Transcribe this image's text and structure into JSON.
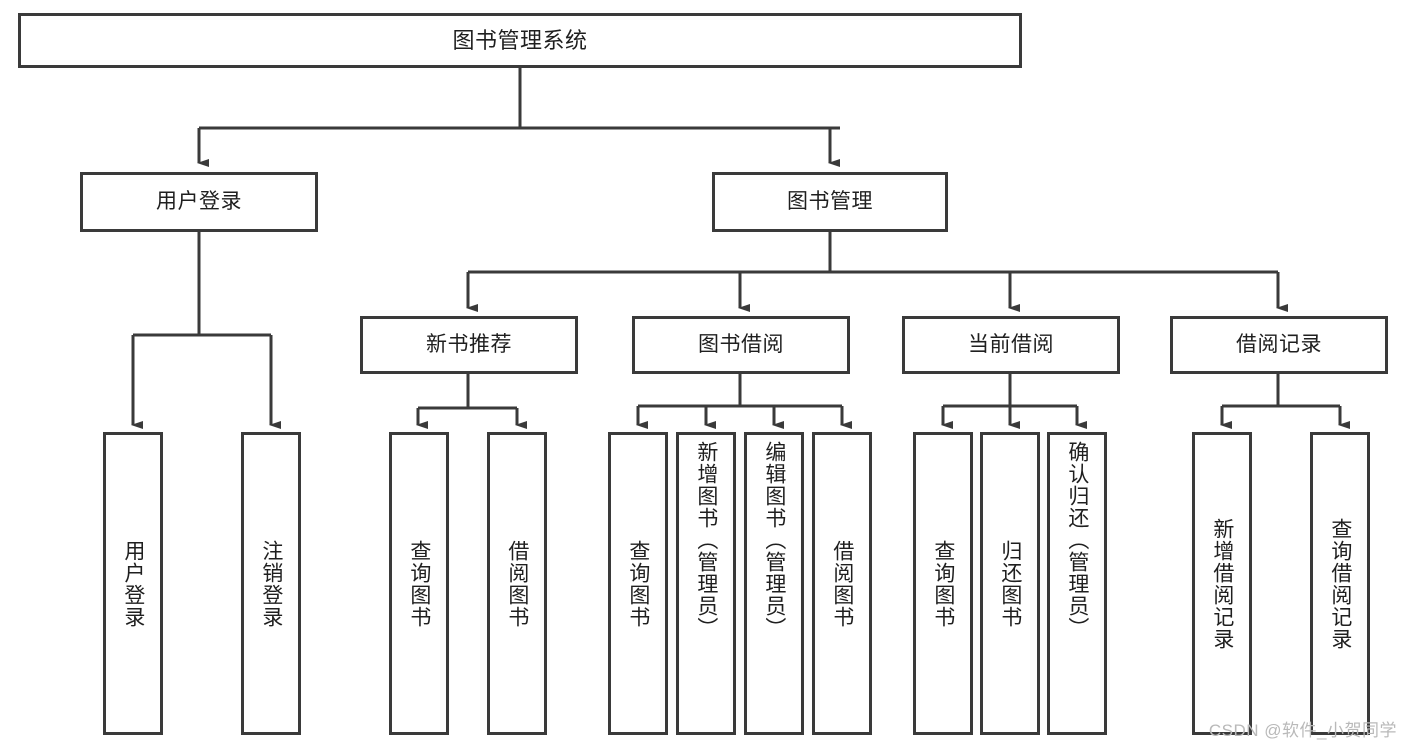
{
  "diagram": {
    "type": "tree",
    "title": "图书管理系统",
    "watermark": "CSDN @软件_小贺同学",
    "colors": {
      "box_border": "#3a3a3a",
      "box_fill": "#ffffff",
      "connector": "#3a3a3a",
      "text": "#1f1f1f",
      "watermark": "#b9b9b9"
    },
    "root": {
      "label": "图书管理系统"
    },
    "level1": [
      {
        "label": "用户登录"
      },
      {
        "label": "图书管理"
      }
    ],
    "level2": [
      {
        "label": "新书推荐"
      },
      {
        "label": "图书借阅"
      },
      {
        "label": "当前借阅"
      },
      {
        "label": "借阅记录"
      }
    ],
    "leaves": {
      "user_login": [
        {
          "label": "用户登录"
        },
        {
          "label": "注销登录"
        }
      ],
      "new_book": [
        {
          "label": "查询图书"
        },
        {
          "label": "借阅图书"
        }
      ],
      "book_borrow": [
        {
          "label": "查询图书"
        },
        {
          "label": "新增图书（管理员）"
        },
        {
          "label": "编辑图书（管理员）"
        },
        {
          "label": "借阅图书"
        }
      ],
      "current_borrow": [
        {
          "label": "查询图书"
        },
        {
          "label": "归还图书"
        },
        {
          "label": "确认归还（管理员）"
        }
      ],
      "borrow_record": [
        {
          "label": "新增借阅记录"
        },
        {
          "label": "查询借阅记录"
        }
      ]
    }
  }
}
